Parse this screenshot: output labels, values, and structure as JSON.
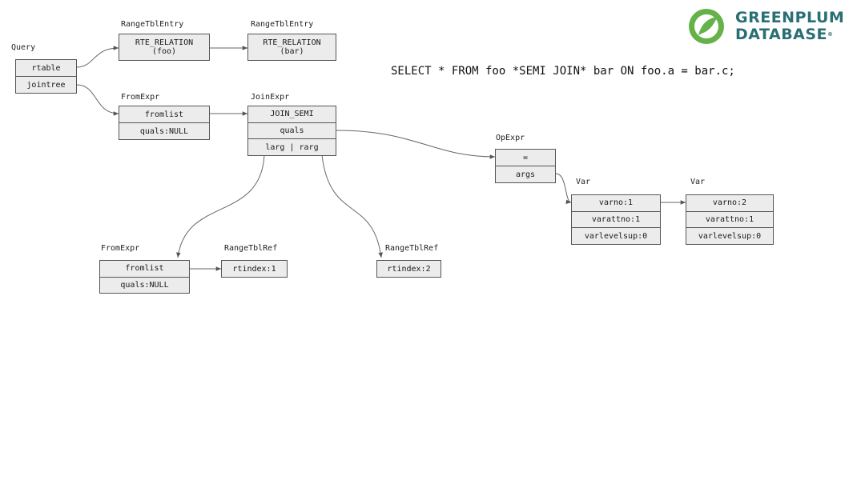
{
  "logo": {
    "line1": "GREENPLUM",
    "line2": "DATABASE",
    "mark": "®"
  },
  "sql": "SELECT * FROM foo *SEMI JOIN* bar ON foo.a = bar.c;",
  "nodes": {
    "query": {
      "title": "Query",
      "rows": [
        "rtable",
        "jointree"
      ]
    },
    "rte_foo": {
      "title": "RangeTblEntry",
      "rows": [
        "RTE_RELATION\n(foo)"
      ]
    },
    "rte_bar": {
      "title": "RangeTblEntry",
      "rows": [
        "RTE_RELATION\n(bar)"
      ]
    },
    "fromexpr_top": {
      "title": "FromExpr",
      "rows": [
        "fromlist",
        "quals:NULL"
      ]
    },
    "joinexpr": {
      "title": "JoinExpr",
      "rows": [
        "JOIN_SEMI",
        "quals",
        "larg | rarg"
      ]
    },
    "opexpr": {
      "title": "OpExpr",
      "rows": [
        "=",
        "args"
      ]
    },
    "var1": {
      "title": "Var",
      "rows": [
        "varno:1",
        "varattno:1",
        "varlevelsup:0"
      ]
    },
    "var2": {
      "title": "Var",
      "rows": [
        "varno:2",
        "varattno:1",
        "varlevelsup:0"
      ]
    },
    "fromexpr_bottom": {
      "title": "FromExpr",
      "rows": [
        "fromlist",
        "quals:NULL"
      ]
    },
    "rtref1": {
      "title": "RangeTblRef",
      "rows": [
        "rtindex:1"
      ]
    },
    "rtref2": {
      "title": "RangeTblRef",
      "rows": [
        "rtindex:2"
      ]
    }
  },
  "colors": {
    "logo": "#2a6f73",
    "logo_mark": "#66b24a",
    "box_fill": "#ececec",
    "line": "#555555"
  }
}
